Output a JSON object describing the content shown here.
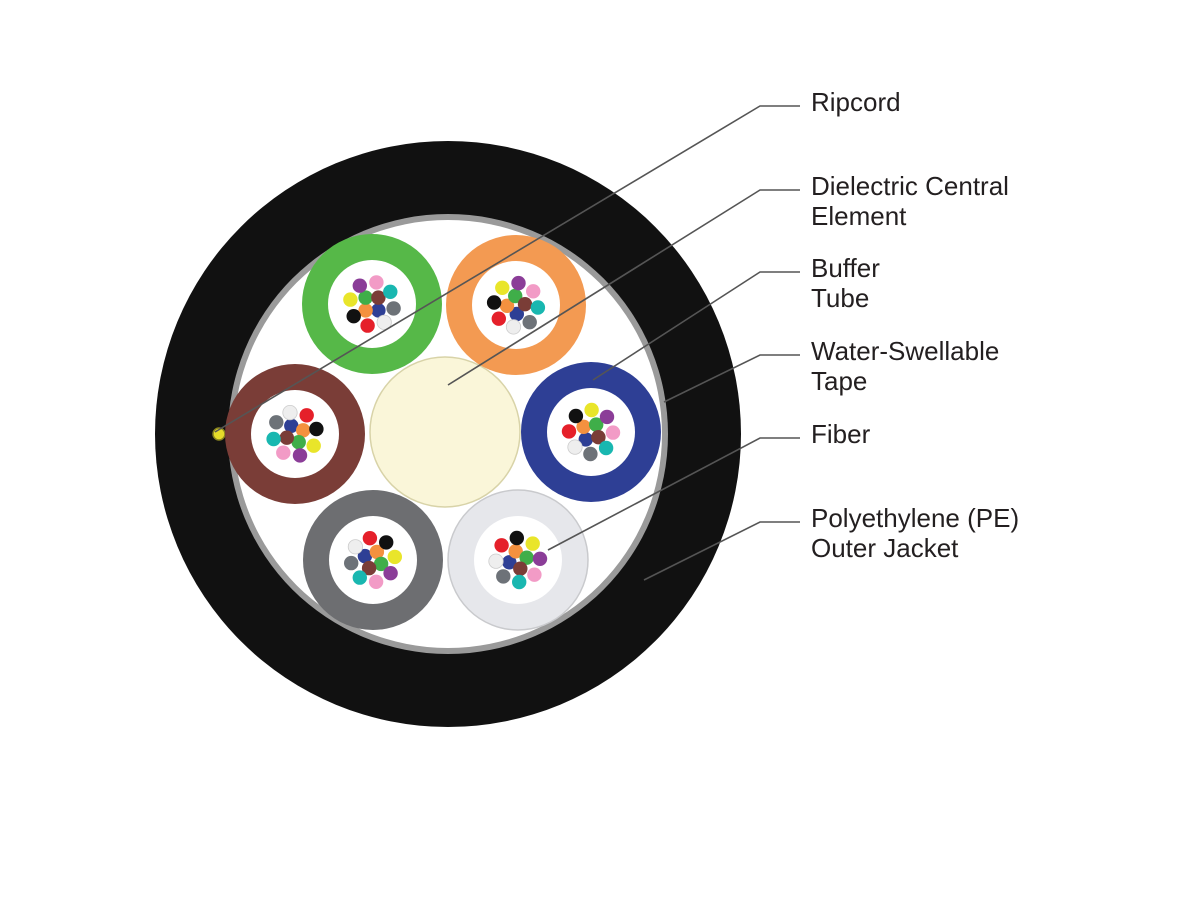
{
  "colors": {
    "jacket": "#111111",
    "jacket_edge": "#9a9a9a",
    "core_fill": "#ffffff",
    "central_element": "#faf6d9",
    "central_element_edge": "#d8d3a8",
    "leader_line": "#555555",
    "label_text": "#231f20",
    "ripcord": "#e5dc2a"
  },
  "labels": [
    {
      "id": "ripcord",
      "lines": [
        "Ripcord"
      ]
    },
    {
      "id": "central-element",
      "lines": [
        "Dielectric Central",
        "Element"
      ]
    },
    {
      "id": "buffer-tube",
      "lines": [
        "Buffer",
        "Tube"
      ]
    },
    {
      "id": "water-swellable-tape",
      "lines": [
        "Water-Swellable",
        "Tape"
      ]
    },
    {
      "id": "fiber",
      "lines": [
        "Fiber"
      ]
    },
    {
      "id": "outer-jacket",
      "lines": [
        "Polyethylene (PE)",
        "Outer Jacket"
      ]
    }
  ],
  "buffer_tubes": [
    {
      "name": "green",
      "color": "#56b848"
    },
    {
      "name": "orange",
      "color": "#f39a52"
    },
    {
      "name": "blue",
      "color": "#2e3f95"
    },
    {
      "name": "white",
      "color": "#e6e7eb"
    },
    {
      "name": "slate",
      "color": "#6d6e71"
    },
    {
      "name": "brown",
      "color": "#7a3d37"
    }
  ],
  "fiber_colors": {
    "blue": "#2e3f95",
    "orange": "#f4913f",
    "green": "#3fae49",
    "brown": "#7a3d37",
    "slate": "#6d7278",
    "white": "#eeeeee",
    "red": "#e5202a",
    "black": "#111111",
    "yellow": "#e9e52a",
    "violet": "#8b3d98",
    "rose": "#f29bc6",
    "aqua": "#19b7b0"
  }
}
